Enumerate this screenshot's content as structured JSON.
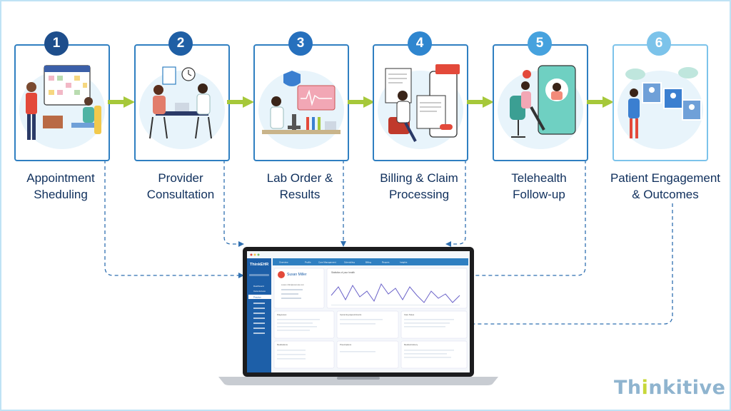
{
  "steps": [
    {
      "number": "1",
      "line1": "Appointment",
      "line2": "Sheduling",
      "color": "#1e4e8c"
    },
    {
      "number": "2",
      "line1": "Provider",
      "line2": "Consultation",
      "color": "#1f5fa5"
    },
    {
      "number": "3",
      "line1": "Lab Order &",
      "line2": "Results",
      "color": "#2670bd"
    },
    {
      "number": "4",
      "line1": "Billing & Claim",
      "line2": "Processing",
      "color": "#2f86cf"
    },
    {
      "number": "5",
      "line1": "Telehealth",
      "line2": "Follow-up",
      "color": "#46a2de"
    },
    {
      "number": "6",
      "line1": "Patient Engagement",
      "line2": "& Outcomes",
      "color": "#7cc3ea"
    }
  ],
  "laptop": {
    "logo": "ThinkEHR",
    "nav_tabs": [
      "Overview",
      "Profile",
      "Care Management",
      "Scheduling",
      "Billing",
      "Reports",
      "Insights"
    ],
    "sidebar_items": [
      "Dashboard",
      "Care Access",
      "Practice"
    ],
    "patient_name": "Susan Miller",
    "patient_email": "susan.miller@example.com",
    "chart_title": "Statistics of your health",
    "panels": [
      "Diagnoses",
      "Upcoming Appointments",
      "Care Notes",
      "Medications",
      "Prescriptions",
      "Medical History"
    ]
  },
  "brand": {
    "name_main": "Th",
    "name_dot": "i",
    "name_rest": "nkitive"
  },
  "colors": {
    "card_border": "#2f7fc1",
    "arrow": "#a6c83a",
    "dash_line": "#2f6fb0",
    "label_text": "#0f2f5c"
  }
}
